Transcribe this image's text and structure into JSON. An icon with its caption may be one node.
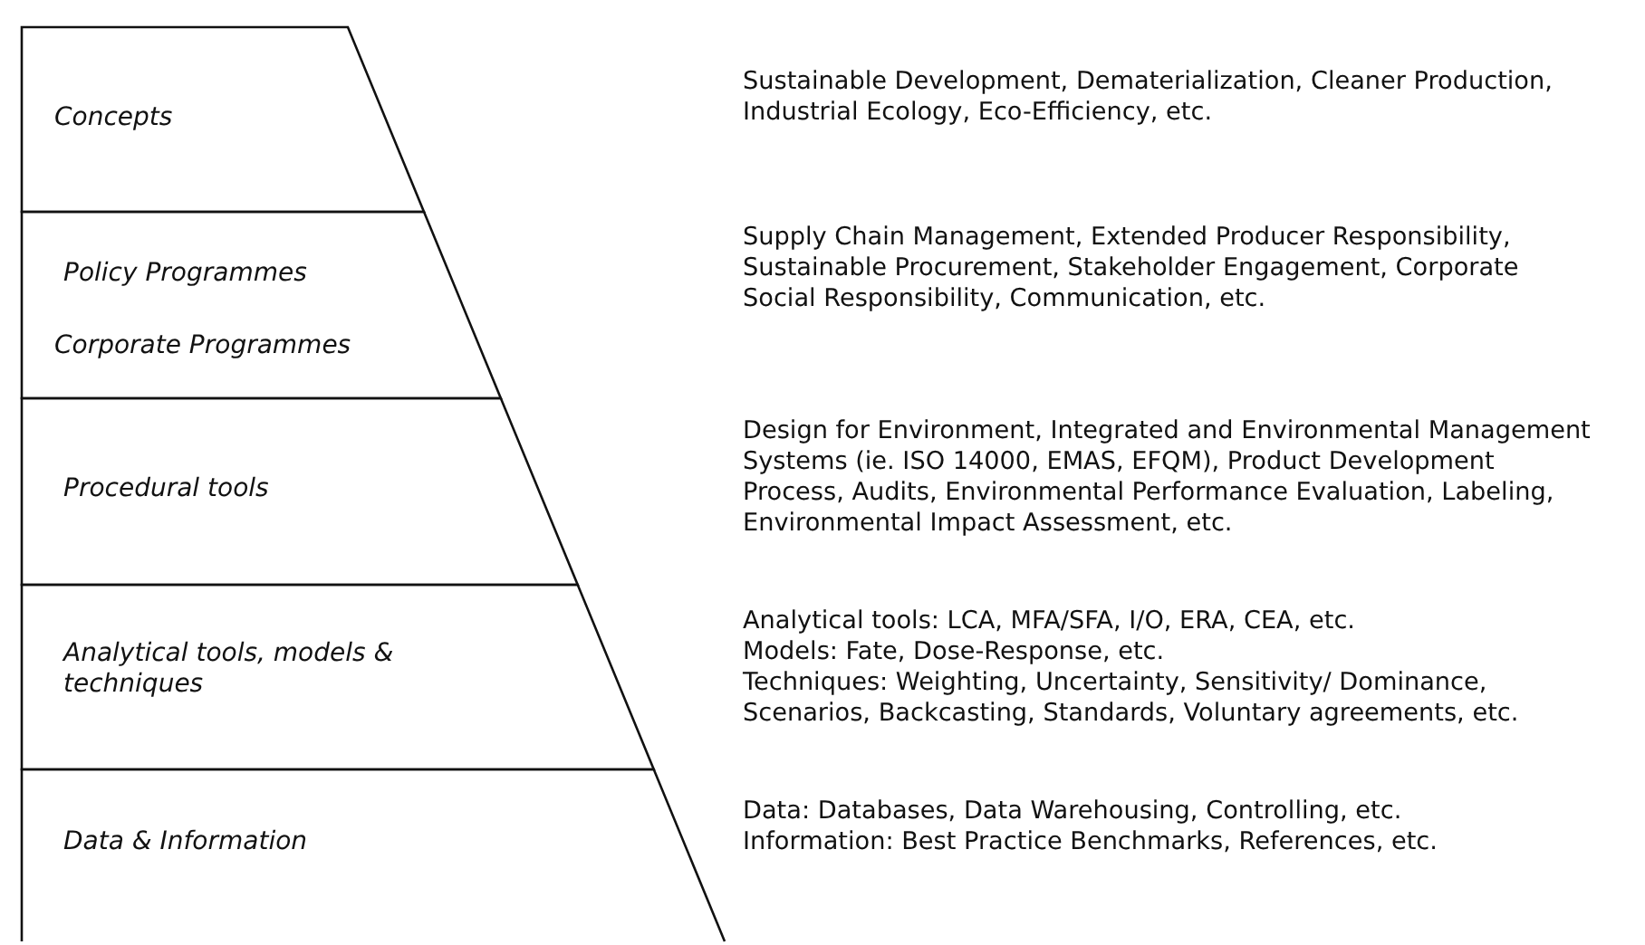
{
  "diagram": {
    "nodes": [
      {
        "text": [
          "Concepts"
        ]
      },
      {
        "text": [
          "Policy Programmes",
          "Corporate Programmes"
        ]
      },
      {
        "text": [
          "Procedural tools"
        ]
      },
      {
        "text": [
          "Analytical tools, models & techniques"
        ]
      },
      {
        "text": [
          "Data & Information"
        ]
      }
    ],
    "labels": [
      "Sustainable Development, Dematerialization, Cleaner Production, Industrial Ecology, Eco-Efficiency, etc.",
      "Supply Chain Management, Extended Producer Responsibility, Sustainable Procurement, Stakeholder Engagement, Corporate Social Responsibility, Communication, etc.",
      "Design for Environment, Integrated and Environmental Management Systems (ie.  ISO 14000, EMAS, EFQM), Product Development Process, Audits, Environmental Performance Evaluation, Labeling, Environmental Impact Assessment, etc.",
      "Analytical tools: LCA, MFA/SFA, I/O, ERA, CEA, etc.",
      "Models: Fate, Dose-Response, etc.",
      "Techniques: Weighting, Uncertainty, Sensitivity/ Dominance, Scenarios, Backcasting, Standards, Voluntary agreements, etc.",
      "Data: Databases, Data Warehousing, Controlling, etc.",
      "Information: Best Practice Benchmarks, References, etc."
    ]
  }
}
